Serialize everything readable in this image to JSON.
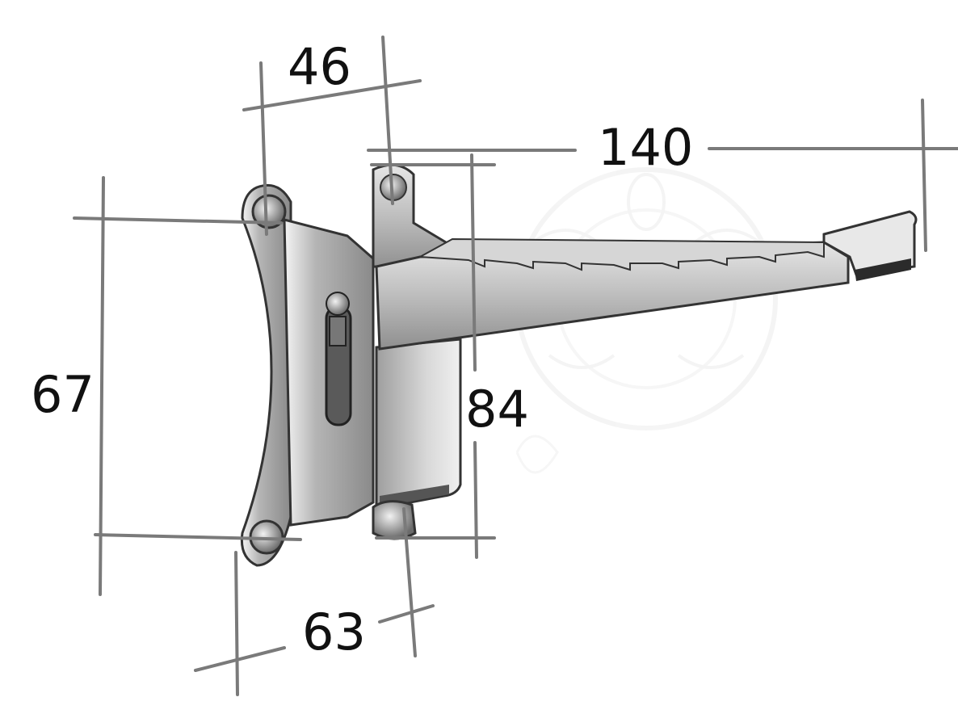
{
  "dimensions": {
    "width_46": "46",
    "length_140": "140",
    "height_67": "67",
    "height_84": "84",
    "width_63": "63"
  },
  "colors": {
    "dimension_line": "#7a7a7a",
    "metal_dark": "#6d6d6d",
    "metal_mid": "#a9a9a9",
    "metal_light": "#dcdcdc",
    "watermark": "#ececec"
  }
}
